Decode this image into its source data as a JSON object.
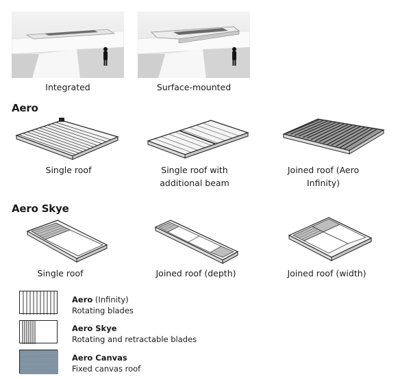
{
  "placement": {
    "items": [
      {
        "caption": "Integrated"
      },
      {
        "caption": "Surface-mounted"
      }
    ]
  },
  "aero": {
    "title": "Aero",
    "items": [
      {
        "caption_line1": "Single roof",
        "caption_line2": ""
      },
      {
        "caption_line1": "Single roof with",
        "caption_line2": "additional beam"
      },
      {
        "caption_line1": "Joined roof (Aero",
        "caption_line2": "Infinity)"
      }
    ]
  },
  "aero_skye": {
    "title": "Aero Skye",
    "items": [
      {
        "caption": "Single roof"
      },
      {
        "caption": "Joined roof (depth)"
      },
      {
        "caption": "Joined roof (width)"
      }
    ]
  },
  "legend": {
    "items": [
      {
        "name": "Aero",
        "suffix": " (Infinity)",
        "desc": "Rotating blades"
      },
      {
        "name": "Aero Skye",
        "suffix": "",
        "desc": "Rotating and retractable blades"
      },
      {
        "name": "Aero Canvas",
        "suffix": "",
        "desc": "Fixed canvas roof"
      }
    ],
    "canvas_color": "#7f93a3"
  }
}
